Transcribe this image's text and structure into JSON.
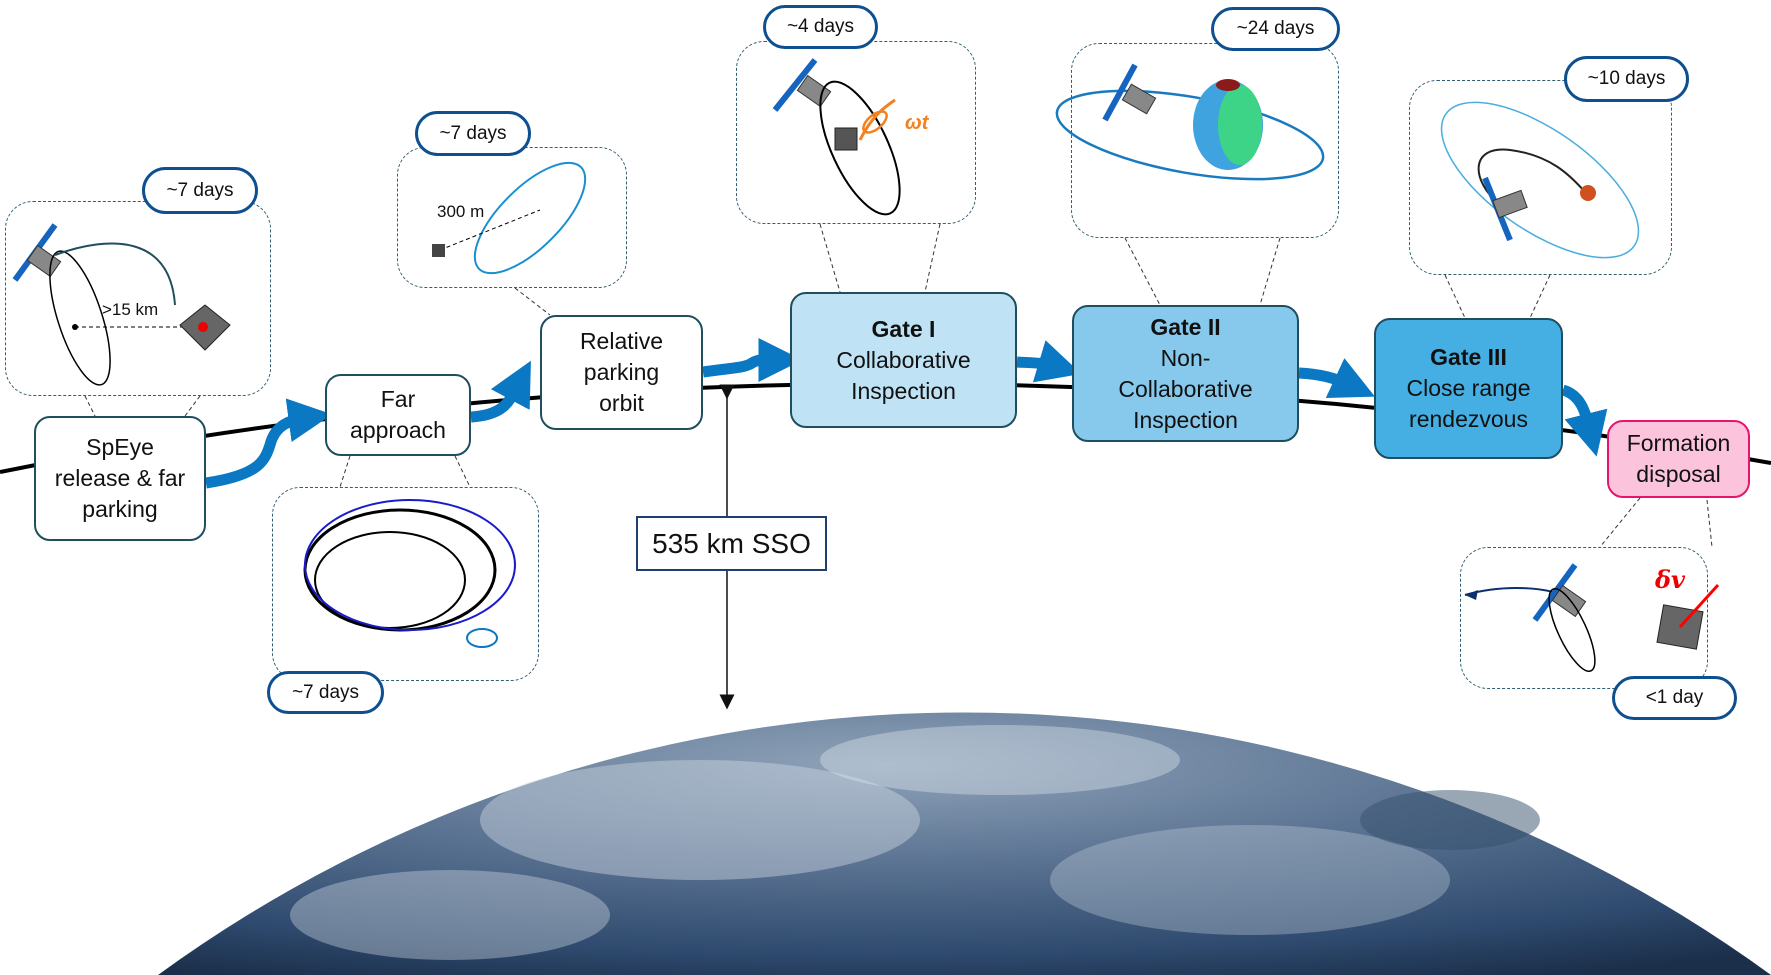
{
  "stages": [
    {
      "title": "",
      "text": "SpEye release & far parking",
      "duration": "~7 days"
    },
    {
      "title": "",
      "text": "Far approach",
      "duration": "~7 days"
    },
    {
      "title": "",
      "text": "Relative parking orbit",
      "duration": "~7 days"
    },
    {
      "title": "Gate I",
      "text": "Collaborative Inspection",
      "duration": "~4 days"
    },
    {
      "title": "Gate II",
      "text": "Non-Collaborative Inspection",
      "duration": "~24 days"
    },
    {
      "title": "Gate III",
      "text": "Close range rendezvous",
      "duration": "~10 days"
    },
    {
      "title": "",
      "text": "Formation disposal",
      "duration": "<1 day"
    }
  ],
  "insets": {
    "release_distance": ">15 km",
    "parking_distance": "300 m",
    "rotation_symbol": "ωt",
    "delta_v_symbol": "δv"
  },
  "orbit_label": "535 km SSO",
  "colors": {
    "arrow": "#0a78c2",
    "gate1": "#bfe3f5",
    "gate2": "#86c9ec",
    "gate3": "#45aee3",
    "disposal_fill": "#fbc4dc",
    "disposal_border": "#e8146c",
    "pill_border": "#0d4f8f"
  }
}
